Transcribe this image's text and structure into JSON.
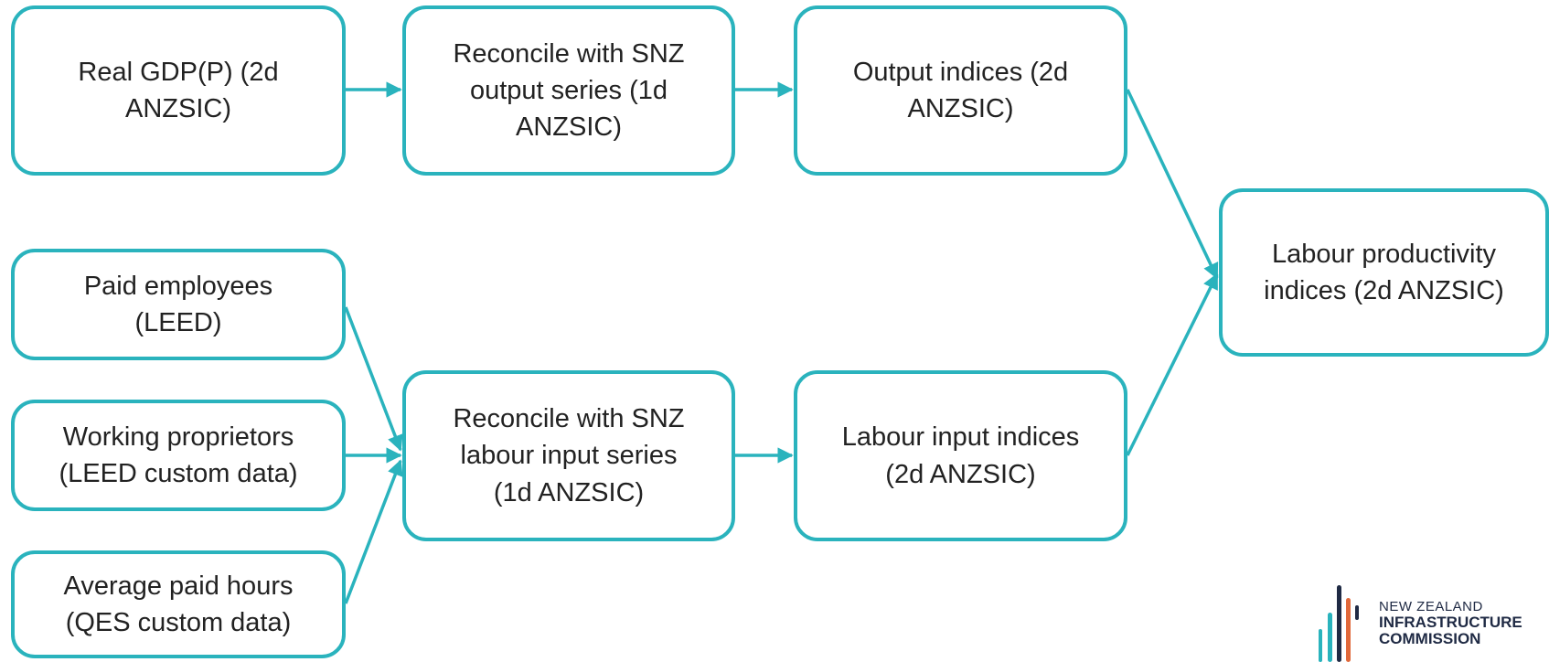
{
  "diagram": {
    "nodes": {
      "real_gdp": "Real GDP(P) (2d\nANZSIC)",
      "reconcile_output": "Reconcile with SNZ\noutput series (1d\nANZSIC)",
      "output_indices": "Output indices (2d\nANZSIC)",
      "labour_productivity": "Labour productivity\nindices (2d ANZSIC)",
      "paid_employees": "Paid employees\n(LEED)",
      "working_proprietors": "Working proprietors\n(LEED custom data)",
      "average_paid_hours": "Average paid hours\n(QES custom data)",
      "reconcile_labour": "Reconcile with SNZ\nlabour input series\n(1d ANZSIC)",
      "labour_input_indices": "Labour input indices\n(2d ANZSIC)"
    },
    "edges": [
      [
        "real_gdp",
        "reconcile_output"
      ],
      [
        "reconcile_output",
        "output_indices"
      ],
      [
        "output_indices",
        "labour_productivity"
      ],
      [
        "paid_employees",
        "reconcile_labour"
      ],
      [
        "working_proprietors",
        "reconcile_labour"
      ],
      [
        "average_paid_hours",
        "reconcile_labour"
      ],
      [
        "reconcile_labour",
        "labour_input_indices"
      ],
      [
        "labour_input_indices",
        "labour_productivity"
      ]
    ],
    "colors": {
      "accent": "#2ab3bd",
      "text": "#222222"
    }
  },
  "logo": {
    "line1": "NEW ZEALAND",
    "line2": "INFRASTRUCTURE",
    "line3": "COMMISSION",
    "colors": [
      "#1f2a44",
      "#e0683a",
      "#2ab3bd"
    ]
  }
}
